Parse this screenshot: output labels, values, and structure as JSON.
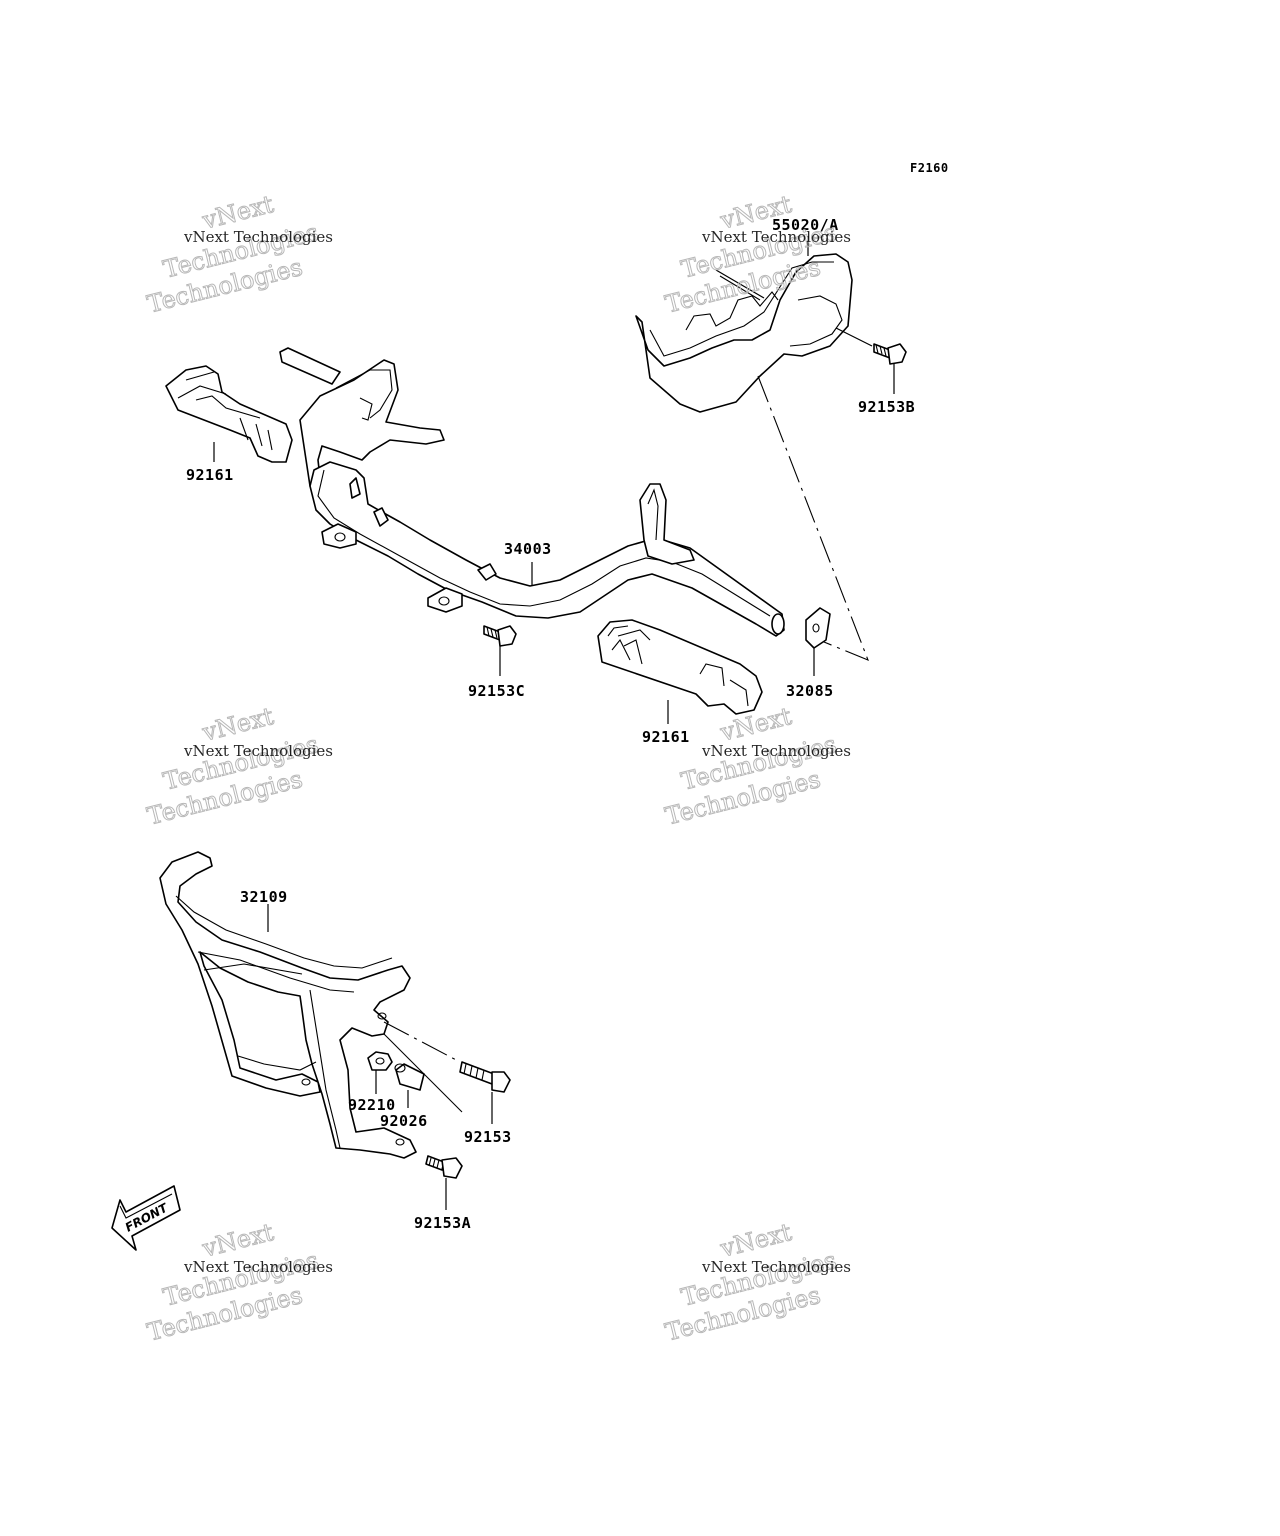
{
  "figure_code": "F2160",
  "labels": {
    "guard_rear": "55020/A",
    "bolt_b": "92153B",
    "footrest_pad_left": "92161",
    "footrest_bracket": "34003",
    "bolt_c": "92153C",
    "plate": "32085",
    "footrest_pad_right": "92161",
    "front_guard": "32109",
    "nut": "92210",
    "collar": "92026",
    "bolt": "92153",
    "bolt_a": "92153A"
  },
  "front_arrow_text": "FRONT",
  "watermark": {
    "line1": "vNext Technologies",
    "line2": "vNext",
    "line3": "Technologies"
  }
}
